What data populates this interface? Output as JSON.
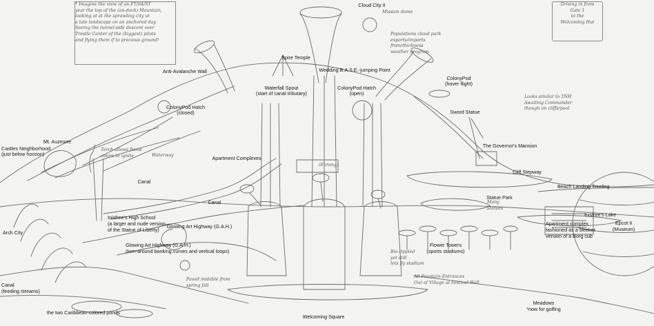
{
  "note": {
    "lines": [
      "* Imagine the view of an FT/04/ST",
      "year the top of the (an-dock) Mountain,",
      "looking at at the sprawling city at",
      "a late landscape on an anchored day.",
      "Seeing the tunnel-side descent over",
      "Trestle Center of the (biggest) pilots",
      "and flying them if to precious ground!"
    ]
  },
  "scroll": {
    "lines": [
      "Driving in from",
      "Gate 1",
      "to the",
      "Welcoming Hut"
    ]
  },
  "labels": {
    "cloud_city": "Cloud City II",
    "spire_temple": "Spire Temple",
    "anti_avalanche": "Anti-Avalanche Wall",
    "wedding_base": "Wedding B.A.S.E.-jumping Point",
    "waterfall_1": "Waterfall Spout",
    "waterfall_2": "(start of canal tributary)",
    "colonypod_hatch_open_1": "ColonyPod Hatch",
    "colonypod_hatch_open_2": "(open)",
    "colonypod_hover_1": "ColonyPod",
    "colonypod_hover_2": "(hover flight)",
    "colonypod_hatch_closed_1": "ColonyPod Hatch",
    "colonypod_hatch_closed_2": "(closed)",
    "sword_statue": "Sword Statue",
    "mt_auzmore": "Mt. Auzmore",
    "castles_1": "Castles Neighborhood",
    "castles_2": "(just below horizon)",
    "apartment_complexes": "Apartment Complexes",
    "governors_mansion": "The Governor's Mansion",
    "cliff_stepway": "Cliff Stepway",
    "canal_1": "Canal",
    "canal_2": "Canal",
    "beach_landing": "Beach Landing Treeling",
    "statue_park": "Statue Park",
    "inisfree_hs_1": "Inisfree's High School",
    "inisfree_hs_2": "(a larger and nude version",
    "inisfree_hs_3": "of the Statue of Liberty)",
    "gah_1": "Glowing Art Highway (G.A.H.)",
    "inisfree_lake": "Inisfree's Lake",
    "arch_city": "Arch City",
    "apartment_borg_1": "Apartment complex",
    "apartment_borg_2": "fashioned as a sleeker",
    "apartment_borg_3": "version of a Borg cub",
    "epcot_1": "Epcot II",
    "epcot_2": "(Museum)",
    "gah_2_1": "Glowing Art Highway (G.A.H.)",
    "gah_2_2": "(turn-around banking curves and vertical loops)",
    "flower_towers_1": "Flower Towers",
    "flower_towers_2": "(sports stadiums)",
    "canal_feeding_1": "Canal",
    "canal_feeding_2": "(feeding streams)",
    "meadows_1": "Meadows",
    "meadows_2": "*now for golfing",
    "ponds": "the two Caribbean-colored ponds",
    "welcoming_square": "Welcoming Square"
  },
  "handwritten": {
    "mission_dome": "Mission dome",
    "cloud_city_note": "Populations cloud park\nexports/imports\nfrom/thickness\nweather program",
    "torch_note": "Torch allows flame\ncolors to ignite",
    "waterway": "Waterway",
    "enrang": "(Enrang)",
    "cloud_park_note": "Looks similar to TNH\nAwaiting Commander\nthough on cliffs/pool",
    "statue_park_note": "Many\nstatues",
    "stadium_note": "Bio-rippled\nyet still\nlets fly stadium",
    "paved_note": "Paved midable from\nspring fall",
    "fountain_note": "All Fountain Entrances\nOut of Village at Festival Wall"
  }
}
